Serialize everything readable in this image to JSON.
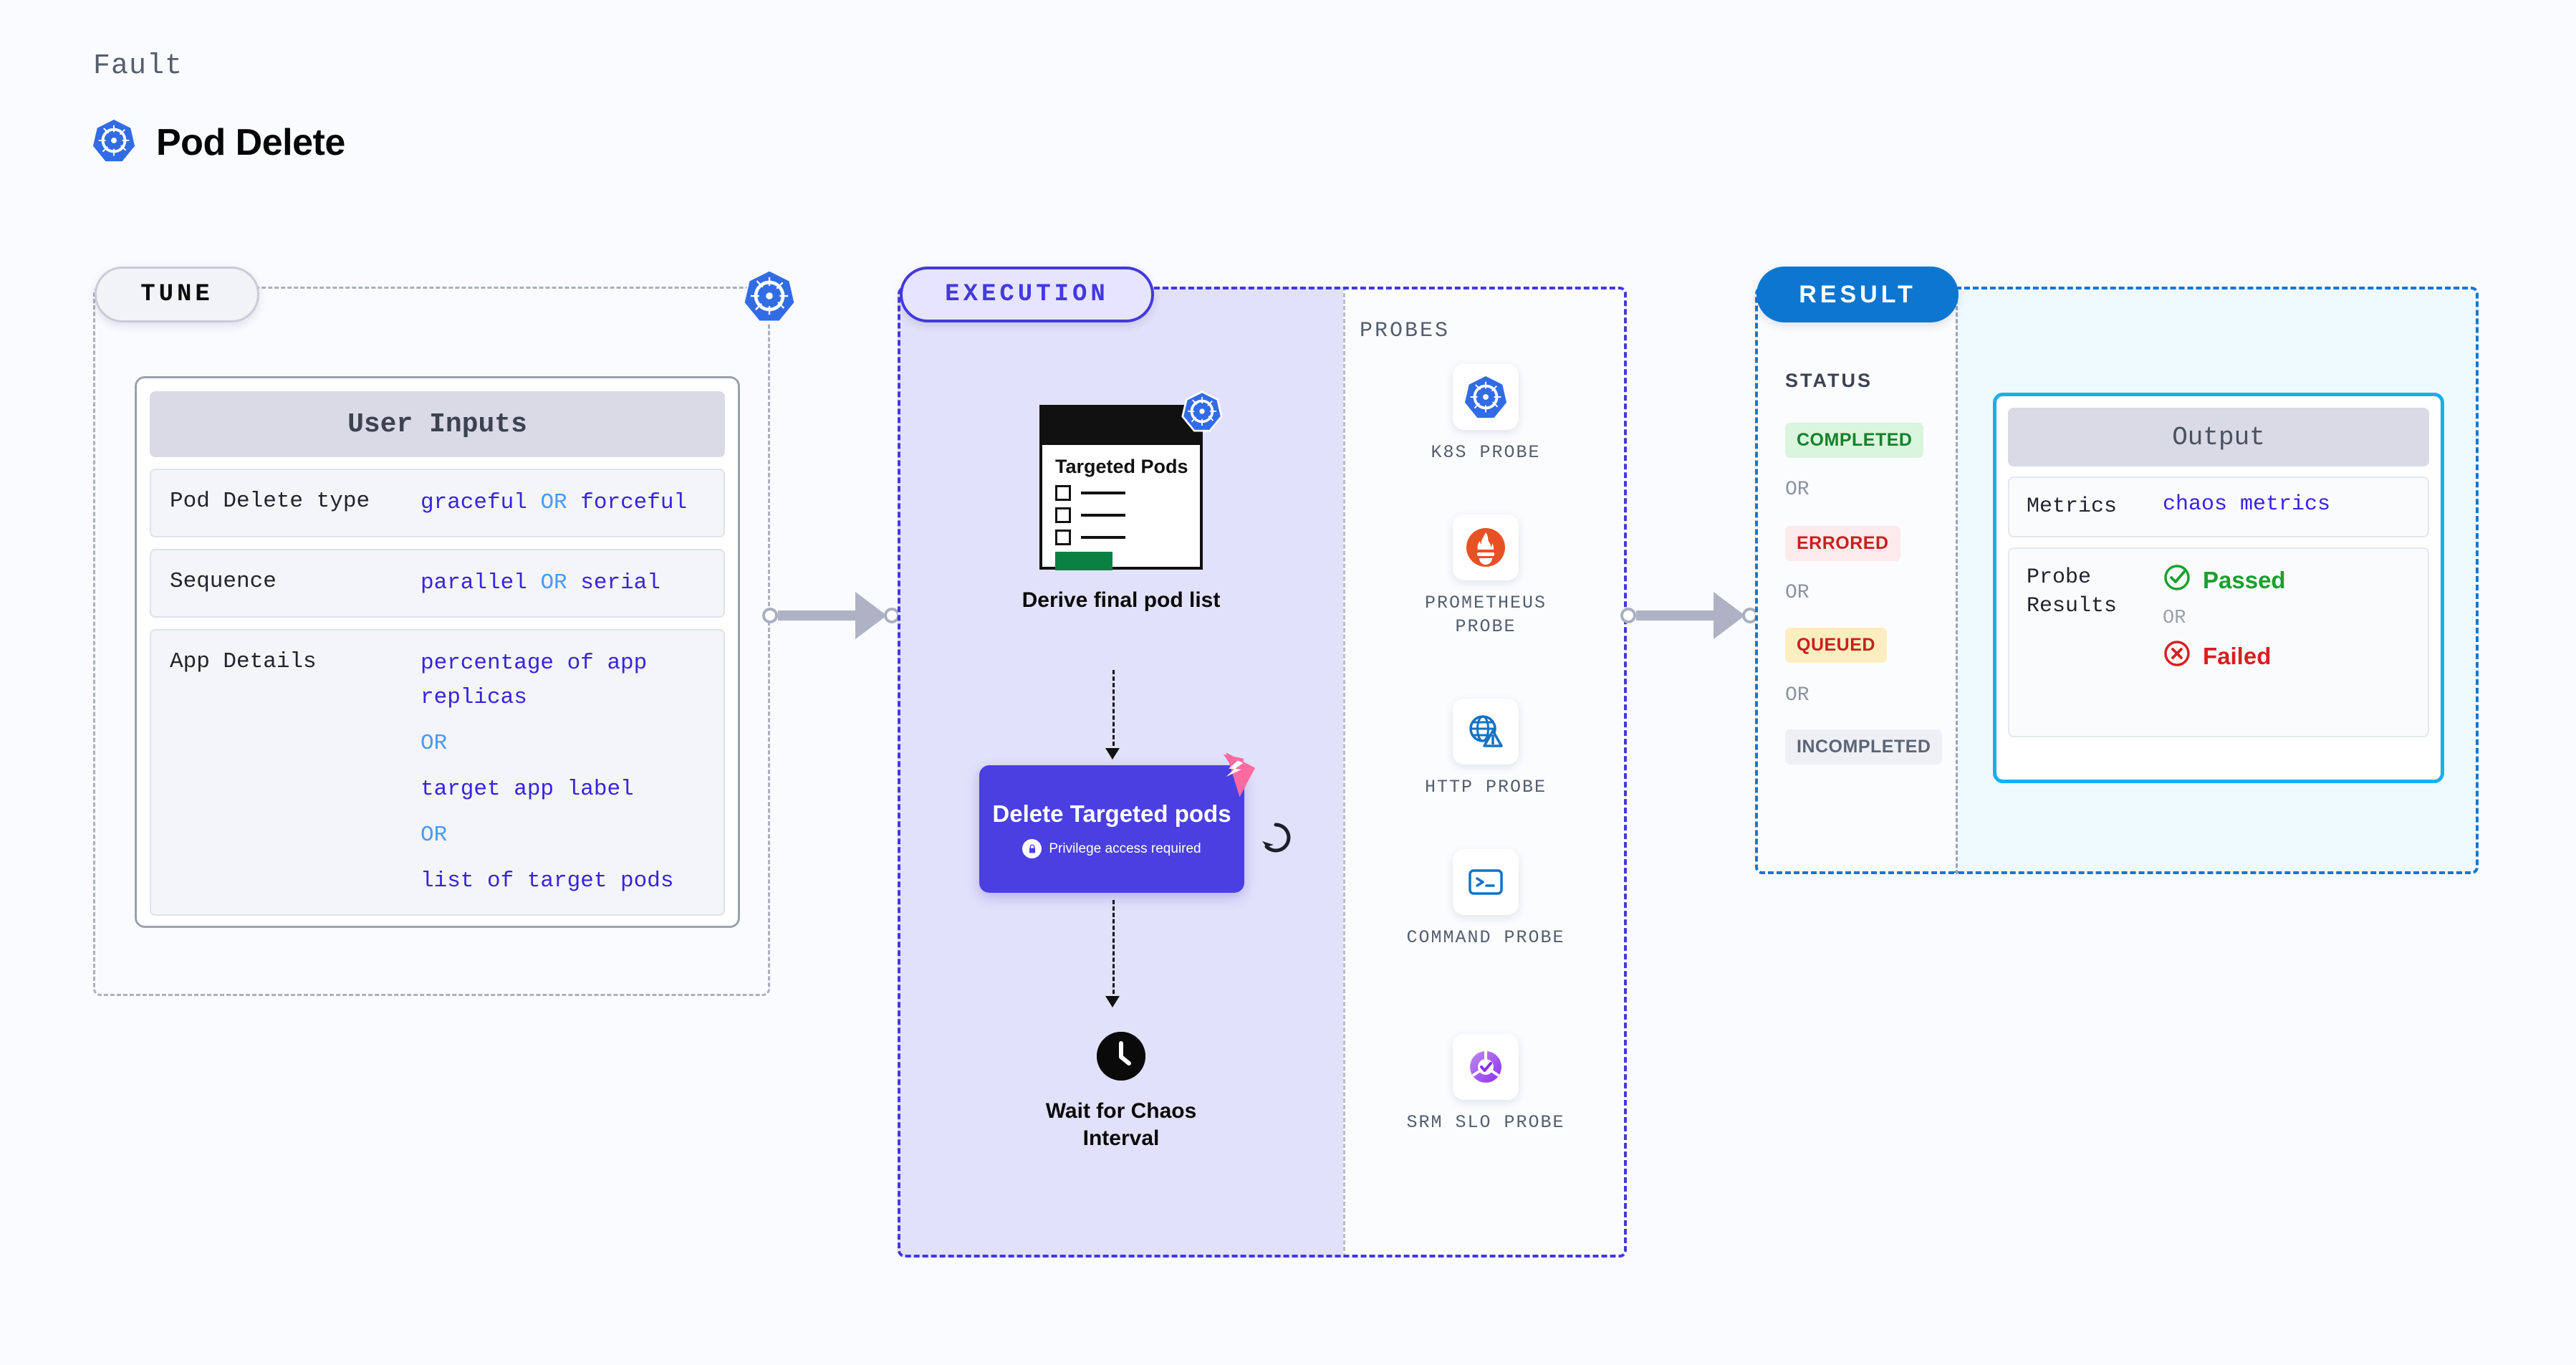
{
  "header": {
    "fault_label": "Fault",
    "title": "Pod Delete",
    "icon": "kubernetes-icon"
  },
  "tune": {
    "pill_label": "TUNE",
    "badge_icon": "kubernetes-icon",
    "card": {
      "title": "User Inputs",
      "rows": [
        {
          "key": "Pod Delete type",
          "value_parts": [
            "graceful",
            "OR",
            "forceful"
          ]
        },
        {
          "key": "Sequence",
          "value_parts": [
            "parallel",
            "OR",
            "serial"
          ]
        },
        {
          "key": "App Details",
          "value_lines": [
            "percentage of app replicas",
            "OR",
            "target app label",
            "OR",
            "list of target pods"
          ]
        }
      ]
    }
  },
  "execution": {
    "pill_label": "EXECUTION",
    "nodes": [
      {
        "name": "derive-final-pod-list",
        "card_title": "Targeted Pods",
        "caption": "Derive final pod list",
        "badge_icon": "kubernetes-icon",
        "checkbox_count": 3
      },
      {
        "name": "delete-targeted-pods",
        "title": "Delete Targeted pods",
        "privilege_note": "Privilege access required",
        "lock_icon": "lock-icon",
        "ribbon_icon": "chaos-ribbon-icon",
        "loop_icon": "repeat-loop-icon"
      },
      {
        "name": "wait-for-chaos-interval",
        "caption": "Wait for Chaos Interval",
        "icon": "clock-icon"
      }
    ]
  },
  "probes": {
    "label": "PROBES",
    "items": [
      {
        "label": "K8S PROBE",
        "icon": "kubernetes-icon"
      },
      {
        "label": "PROMETHEUS PROBE",
        "icon": "prometheus-flame-icon"
      },
      {
        "label": "HTTP PROBE",
        "icon": "globe-warning-icon"
      },
      {
        "label": "COMMAND PROBE",
        "icon": "terminal-icon"
      },
      {
        "label": "SRM SLO PROBE",
        "icon": "slo-donut-check-icon"
      }
    ]
  },
  "result": {
    "pill_label": "RESULT",
    "status_label": "STATUS",
    "or_label": "OR",
    "statuses": [
      {
        "label": "COMPLETED",
        "bg": "#d9f5dd",
        "fg": "#14812b"
      },
      {
        "label": "ERRORED",
        "bg": "#fdeaea",
        "fg": "#c91f1f"
      },
      {
        "label": "QUEUED",
        "bg": "#fdeec0",
        "fg": "#c91f1f"
      },
      {
        "label": "INCOMPLETED",
        "bg": "#eef0f5",
        "fg": "#5c6476"
      }
    ],
    "output": {
      "title": "Output",
      "metrics_key": "Metrics",
      "metrics_value": "chaos metrics",
      "probe_results_key": "Probe Results",
      "passed_label": "Passed",
      "failed_label": "Failed",
      "or_label": "OR",
      "passed_icon": "check-circle-icon",
      "failed_icon": "x-circle-icon"
    }
  },
  "connectors": [
    {
      "name": "tune-to-execution"
    },
    {
      "name": "probes-to-result"
    }
  ],
  "colors": {
    "background": "#fafbff",
    "accent_purple": "#4338e0",
    "accent_blue": "#0c76d0",
    "value_blue": "#3823e0",
    "or_blue": "#4a9bf5",
    "cyan": "#16b0ee"
  }
}
